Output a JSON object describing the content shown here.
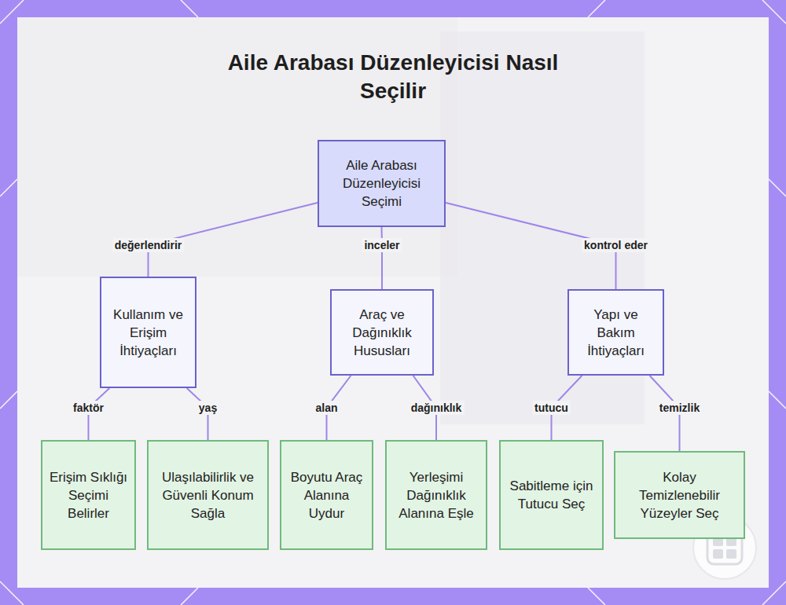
{
  "diagram": {
    "title": "Aile Arabası Düzenleyicisi Nasıl Seçilir",
    "nodes": [
      {
        "text": [
          "Aile Arabası Düzenleyicisi Seçimi"
        ]
      },
      {
        "text": [
          "Kullanım ve Erişim İhtiyaçları"
        ]
      },
      {
        "text": [
          "Araç ve Dağınıklık Hususları"
        ]
      },
      {
        "text": [
          "Yapı ve Bakım İhtiyaçları"
        ]
      },
      {
        "text": [
          "Erişim Sıklığı Seçimi Belirler"
        ]
      },
      {
        "text": [
          "Ulaşılabilirlik ve Güvenli Konum Sağla"
        ]
      },
      {
        "text": [
          "Boyutu Araç Alanına Uydur"
        ]
      },
      {
        "text": [
          "Yerleşimi Dağınıklık Alanına Eşle"
        ]
      },
      {
        "text": [
          "Sabitleme için Tutucu Seç"
        ]
      },
      {
        "text": [
          "Kolay Temizlenebilir Yüzeyler Seç"
        ]
      }
    ],
    "edges": [
      {
        "from": 0,
        "to": 1,
        "label": "değerlendirir",
        "arrow": "none"
      },
      {
        "from": 0,
        "to": 2,
        "label": "inceler",
        "arrow": "none"
      },
      {
        "from": 0,
        "to": 3,
        "label": "kontrol eder",
        "arrow": "none"
      },
      {
        "from": 1,
        "to": 4,
        "label": "faktör",
        "arrow": "none"
      },
      {
        "from": 1,
        "to": 5,
        "label": "yaş",
        "arrow": "none"
      },
      {
        "from": 2,
        "to": 6,
        "label": "alan",
        "arrow": "none"
      },
      {
        "from": 2,
        "to": 7,
        "label": "dağınıklık",
        "arrow": "none"
      },
      {
        "from": 3,
        "to": 8,
        "label": "tutucu",
        "arrow": "none"
      },
      {
        "from": 3,
        "to": 9,
        "label": "temizlik",
        "arrow": "none"
      }
    ]
  }
}
